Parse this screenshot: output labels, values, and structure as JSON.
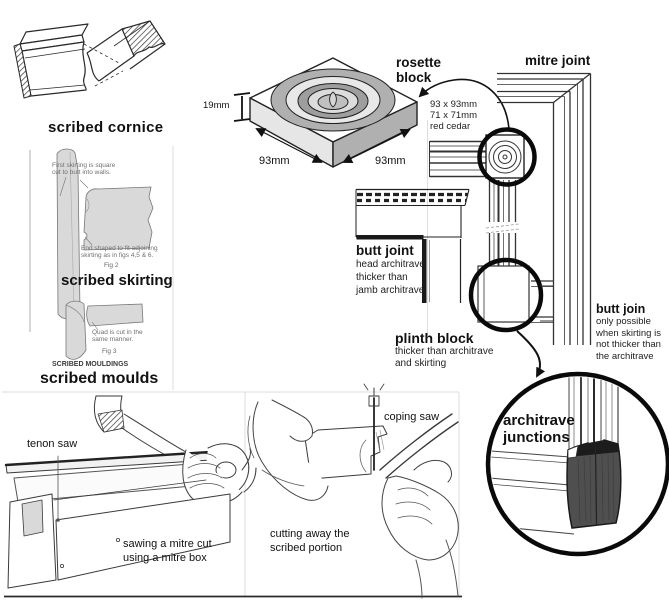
{
  "document": {
    "type": "woodworking joinery diagram",
    "background": "#ffffff"
  },
  "colors": {
    "ink": "#1a1a1a",
    "note_grey": "#707070",
    "fill_grey": "#d9d9d9",
    "side_light": "#e6e6e6",
    "side_dark": "#b0b0b0",
    "plinth_dark": "#4f4f4f",
    "faint_line": "#d5d5d5"
  },
  "labels": {
    "cornice_heading": "scribed cornice",
    "skirting_note1": "First skirting is square\ncut to butt into walls.",
    "skirting_note2": "End shaped to fit adjoining\nskirting as in figs 4,5 & 6.",
    "fig2": "Fig 2",
    "skirting_heading": "scribed skirting",
    "quad_note": "Quad is cut in the\nsame manner.",
    "fig3": "Fig 3",
    "mouldings_caption": "SCRIBED MOULDINGS",
    "moulds_heading": "scribed moulds",
    "dim_19mm": "19mm",
    "dim_93mm_left": "93mm",
    "dim_93mm_right": "93mm",
    "rosette_label": "rosette\nblock",
    "rosette_spec": "93 x 93mm\n71 x 71mm\nred cedar",
    "mitre_joint": "mitre joint",
    "butt_joint_heading": "butt joint",
    "butt_joint_note": "head architrave\nthicker than\njamb architrave",
    "plinth_heading": "plinth block",
    "plinth_note": "thicker than architrave\nand skirting",
    "butt_join_heading": "butt join",
    "butt_join_note": "only possible\nwhen skirting is\nnot thicker than\nthe architrave",
    "junction_label": "architrave\njunctions",
    "tenon_saw": "tenon saw",
    "mitre_box_caption": "sawing a mitre cut\nusing a mitre box",
    "coping_saw": "coping saw",
    "coping_caption": "cutting away the\nscribed portion"
  }
}
